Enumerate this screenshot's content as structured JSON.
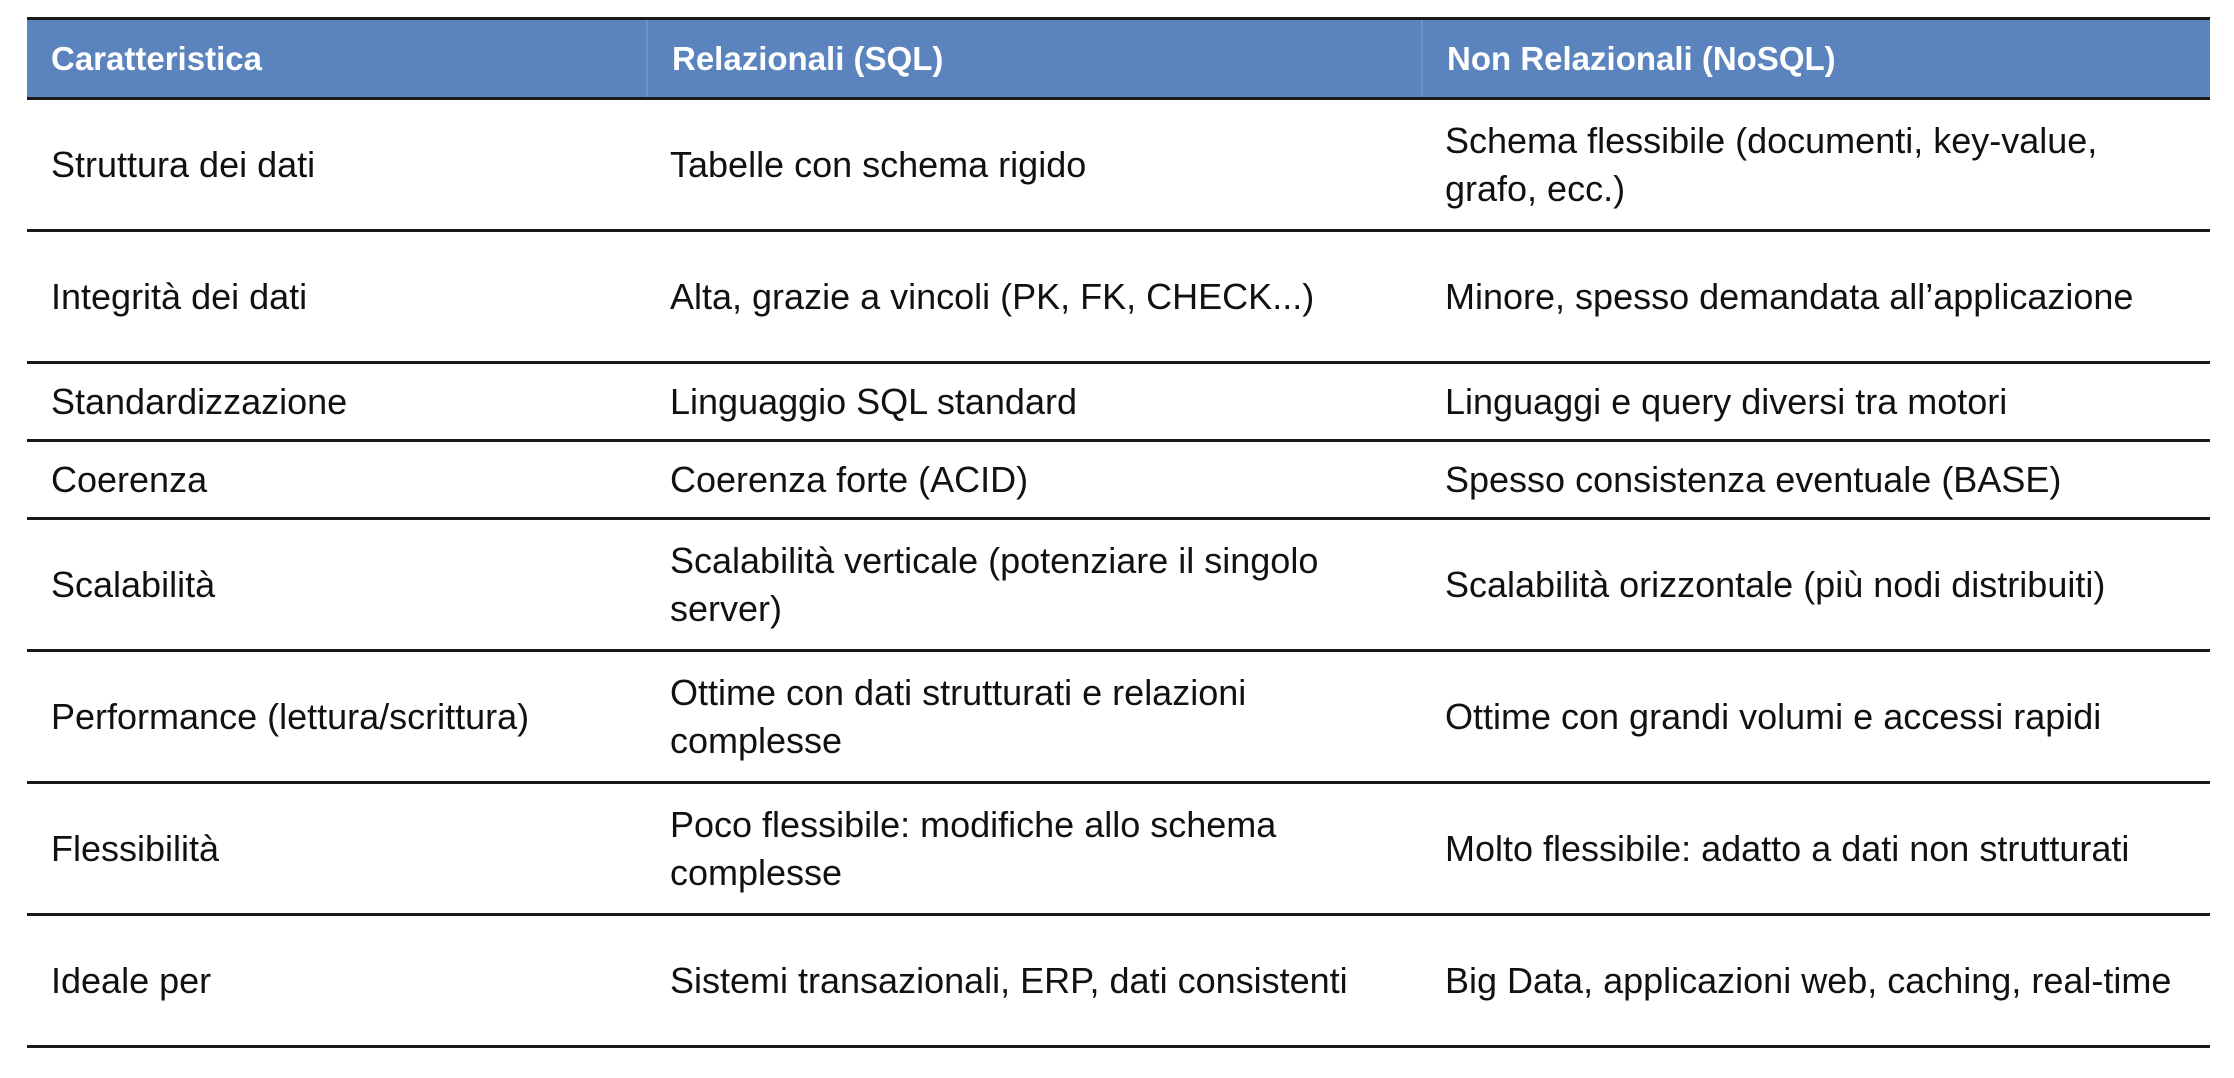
{
  "table": {
    "headers": [
      "Caratteristica",
      "Relazionali (SQL)",
      "Non Relazionali (NoSQL)"
    ],
    "rows": [
      [
        "Struttura dei dati",
        "Tabelle con schema rigido",
        "Schema flessibile (documenti, key-value, grafo, ecc.)"
      ],
      [
        "Integrità dei dati",
        "Alta, grazie a vincoli (PK, FK, CHECK...)",
        "Minore, spesso demandata all’applicazione"
      ],
      [
        "Standardizzazione",
        "Linguaggio SQL standard",
        "Linguaggi e query diversi tra motori"
      ],
      [
        "Coerenza",
        "Coerenza forte (ACID)",
        "Spesso consistenza eventuale (BASE)"
      ],
      [
        "Scalabilità",
        "Scalabilità verticale (potenziare il singolo server)",
        "Scalabilità orizzontale (più nodi distribuiti)"
      ],
      [
        "Performance (lettura/scrittura)",
        "Ottime con dati strutturati e relazioni complesse",
        "Ottime con grandi volumi e accessi rapidi"
      ],
      [
        "Flessibilità",
        "Poco flessibile: modifiche allo schema complesse",
        "Molto flessibile: adatto a dati non strutturati"
      ],
      [
        "Ideale per",
        "Sistemi transazionali, ERP, dati consistenti",
        "Big Data, applicazioni web, caching, real-time"
      ]
    ]
  },
  "colors": {
    "header_bg": "#5b84be",
    "header_text": "#ffffff",
    "rule": "#1a1a1a"
  }
}
